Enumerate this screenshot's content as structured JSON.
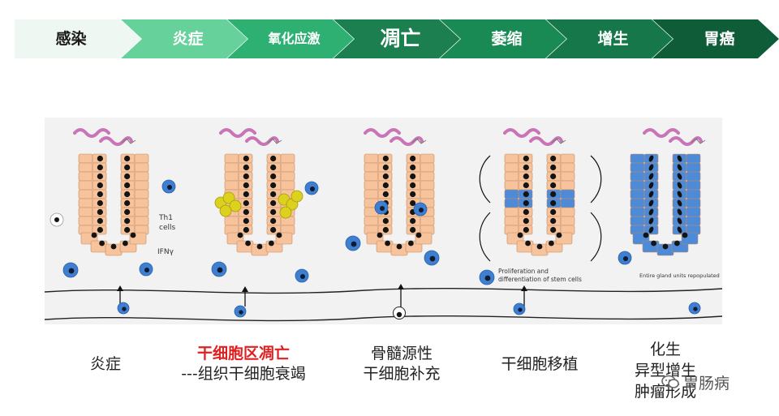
{
  "stages": [
    {
      "label": "感染",
      "color": "#eef7f1",
      "text": "#1a1a1a"
    },
    {
      "label": "炎症",
      "color": "#66d19b",
      "text": "#ffffff"
    },
    {
      "label": "氧化应激",
      "color": "#2fb073",
      "text": "#ffffff"
    },
    {
      "label": "凋亡",
      "color": "#1c7f50",
      "text": "#ffffff"
    },
    {
      "label": "萎缩",
      "color": "#1a8a55",
      "text": "#ffffff"
    },
    {
      "label": "增生",
      "color": "#15774a",
      "text": "#ffffff"
    },
    {
      "label": "胃癌",
      "color": "#0f5c38",
      "text": "#ffffff"
    }
  ],
  "panel_labels": {
    "th1_line1": "Th1",
    "th1_line2": "cells",
    "ifn": "IFNγ",
    "stem_line1": "Proliferation and",
    "stem_line2": "differentiation of stem cells",
    "repop": "Entire gland units repopulated"
  },
  "captions": {
    "c1": "炎症",
    "c2_red": "干细胞区凋亡",
    "c2_line2": "---组织干细胞衰竭",
    "c3_line1": "骨髓源性",
    "c3_line2": "干细胞补充",
    "c4": "干细胞移植",
    "c5_line1": "化生",
    "c5_line2": "异型增生",
    "c5_line3": "肿瘤形成"
  },
  "watermark": {
    "text": "胃肠病"
  },
  "colors": {
    "epithelial": "#f6c39c",
    "nucleus": "#141414",
    "stem_blue": "#3f7fd0",
    "yellow_cell": "#dcd21e",
    "bacteria": "#c874b6"
  }
}
